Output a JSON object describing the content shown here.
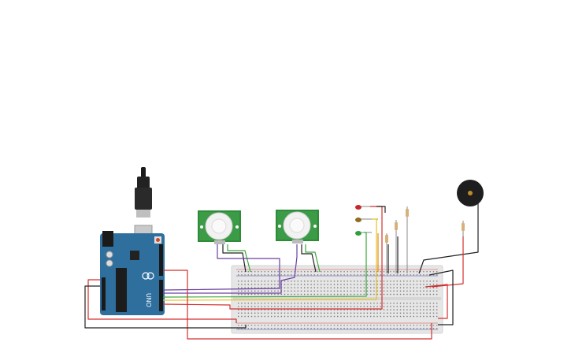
{
  "canvas": {
    "background": "#ffffff"
  },
  "arduino": {
    "label": "UNO",
    "board_color": "#2f6f9e"
  },
  "components": {
    "pir_sensors": [
      {
        "name": "pir-sensor-1"
      },
      {
        "name": "pir-sensor-2"
      }
    ],
    "leds": [
      {
        "name": "led-red",
        "color": "#c62828"
      },
      {
        "name": "led-yellow",
        "color": "#8d6e1f"
      },
      {
        "name": "led-green",
        "color": "#2e9e3e"
      }
    ],
    "resistors": 4,
    "buzzer": {
      "color": "#1e1e1e",
      "center_color": "#c08a2a"
    }
  },
  "wires": {
    "red": "#d32f2f",
    "black": "#222222",
    "green": "#3aa83a",
    "yellow": "#e8c21c",
    "orange": "#e58a1f",
    "purple": "#6a3fa0"
  }
}
